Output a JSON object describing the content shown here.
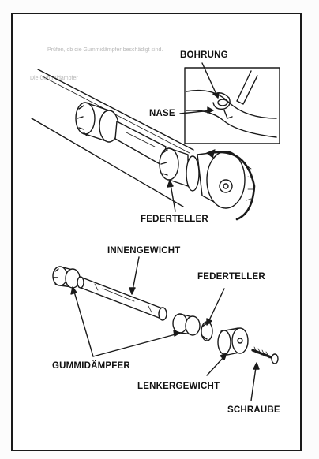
{
  "figure": {
    "labels": {
      "bohrung": "BOHRUNG",
      "nase": "NASE",
      "federteller_top": "FEDERTELLER",
      "innengewicht": "INNENGEWICHT",
      "federteller_bottom": "FEDERTELLER",
      "gummidaempfer": "GUMMIDÄMPFER",
      "lenkergewicht": "LENKERGEWICHT",
      "schraube": "SCHRAUBE"
    },
    "background_text": [
      "Prüfen, ob die Gummidämpfer beschädigt sind.",
      "Die Gummidämpfer"
    ],
    "colors": {
      "line": "#1a1a1a",
      "frame": "#1a1a1a",
      "paper": "#ffffff"
    }
  }
}
